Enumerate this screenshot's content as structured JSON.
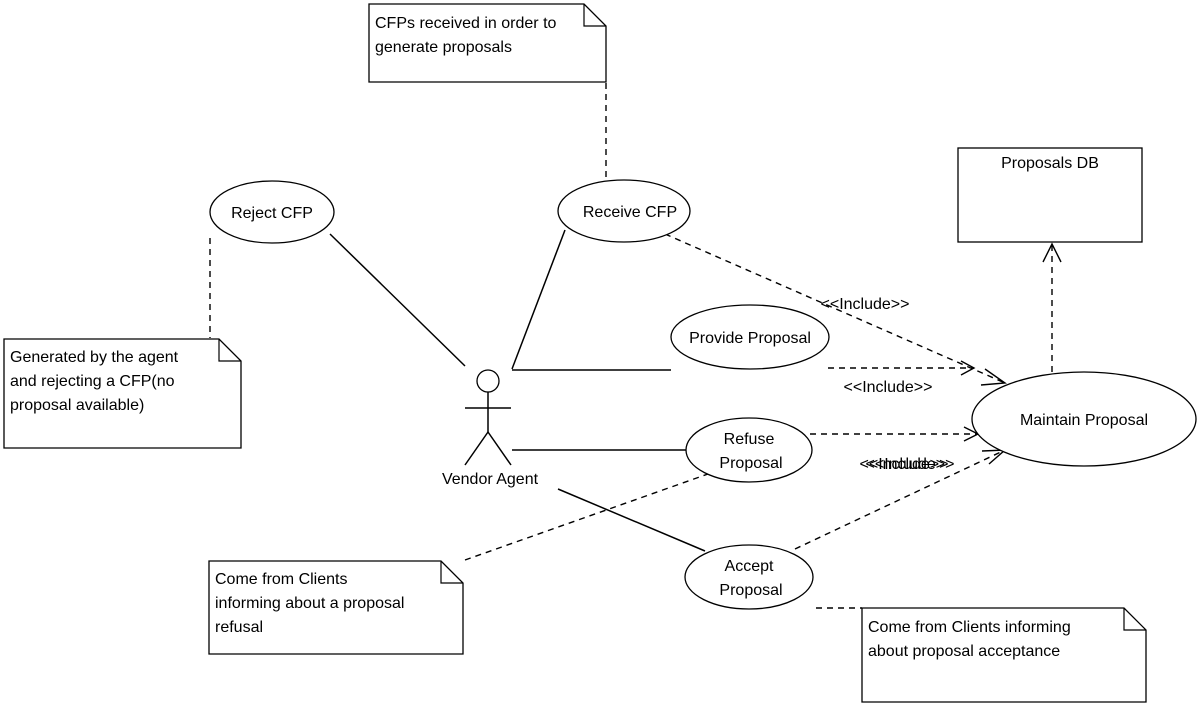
{
  "diagram": {
    "actor": {
      "name": "Vendor Agent"
    },
    "use_cases": {
      "reject_cfp": "Reject CFP",
      "receive_cfp": "Receive CFP",
      "provide_proposal": "Provide Proposal",
      "refuse_proposal": [
        "Refuse",
        "Proposal"
      ],
      "accept_proposal": [
        "Accept",
        "Proposal"
      ],
      "maintain_proposal": "Maintain Proposal"
    },
    "database": {
      "label": "Proposals DB"
    },
    "relations": {
      "include_1": "<<Include>>",
      "include_2": "<<Include>>",
      "include_3": "<<Include>>",
      "include_4": "<<Include>>"
    },
    "notes": {
      "cfp_received": [
        "CFPs received in order to",
        "generate proposals"
      ],
      "reject_generated": [
        "Generated by the agent",
        "and rejecting a CFP(no",
        "proposal available)"
      ],
      "refusal": [
        "Come from Clients",
        "informing about a proposal",
        "refusal"
      ],
      "acceptance": [
        "Come from Clients informing",
        "about proposal acceptance"
      ]
    }
  }
}
